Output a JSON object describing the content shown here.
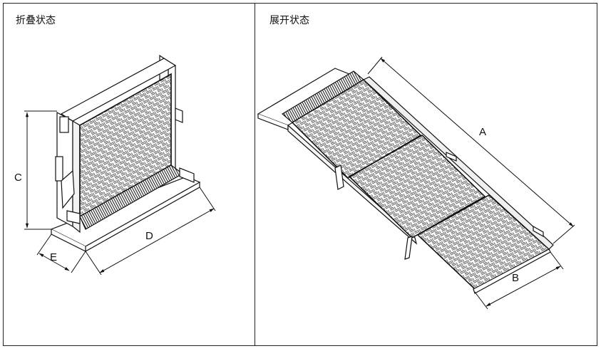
{
  "panels": {
    "folded": {
      "title": "折叠状态",
      "labels": {
        "c": "C",
        "d": "D",
        "e": "E"
      }
    },
    "unfolded": {
      "title": "展开状态",
      "labels": {
        "a": "A",
        "b": "B"
      }
    }
  },
  "colors": {
    "line": "#111111",
    "fill": "#ffffff",
    "grill": "#333333"
  }
}
